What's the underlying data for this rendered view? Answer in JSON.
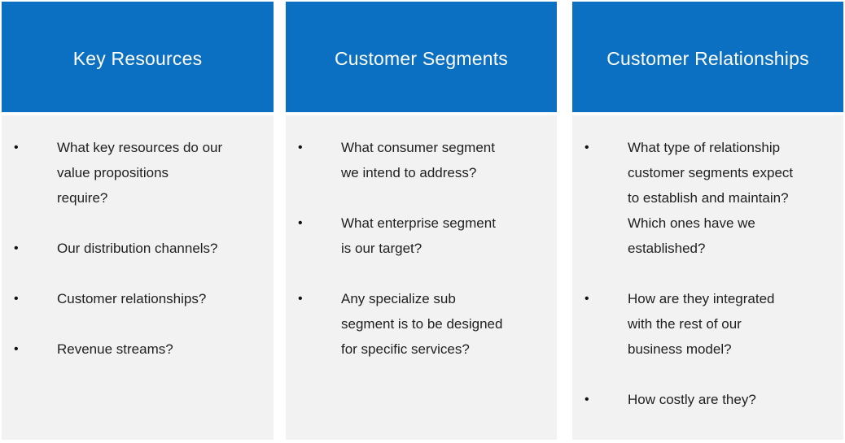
{
  "colors": {
    "header_bg": "#0b70c2",
    "header_text": "#ffffff",
    "body_bg": "#f2f2f2",
    "body_text": "#1f1f1f"
  },
  "bullet_glyph": "•",
  "columns": [
    {
      "title": "Key Resources",
      "items": [
        [
          "What key resources do our",
          "value propositions",
          "require?"
        ],
        [
          "Our distribution channels?"
        ],
        [
          "Customer relationships?"
        ],
        [
          "Revenue streams?"
        ]
      ]
    },
    {
      "title": "Customer Segments",
      "items": [
        [
          "What consumer segment",
          "we intend to address?"
        ],
        [
          "What enterprise segment",
          "is our target?"
        ],
        [
          "Any specialize sub",
          "segment is to be designed",
          "for specific services?"
        ]
      ]
    },
    {
      "title": "Customer Relationships",
      "items": [
        [
          "What type of relationship",
          "customer segments expect",
          "to establish and maintain?",
          "Which ones have we",
          "established?"
        ],
        [
          "How are they integrated",
          "with the rest of our",
          "business model?"
        ],
        [
          "How costly are they?"
        ]
      ]
    }
  ]
}
